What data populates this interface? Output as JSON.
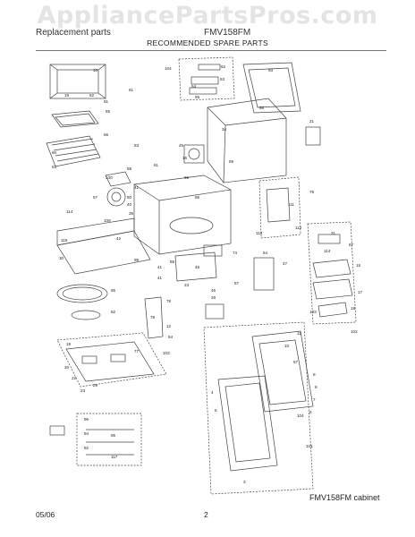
{
  "watermark": "AppliancePartsPros.com",
  "header": {
    "left_text": "Replacement parts",
    "right_text": "FMV158FM",
    "title": "RECOMMENDED SPARE PARTS"
  },
  "diagram": {
    "part_numbers": [
      "104",
      "52",
      "53",
      "54",
      "55",
      "93",
      "10",
      "12",
      "19",
      "62",
      "61",
      "91",
      "21",
      "60",
      "65",
      "66",
      "56",
      "59",
      "63",
      "45",
      "53",
      "100",
      "58",
      "69",
      "61",
      "16",
      "41",
      "54",
      "57",
      "99",
      "54",
      "50",
      "40",
      "36",
      "114",
      "109",
      "76",
      "111",
      "112",
      "113",
      "31",
      "119",
      "42",
      "74",
      "88",
      "87",
      "30",
      "65",
      "29",
      "47",
      "41",
      "48",
      "20",
      "23",
      "41",
      "45",
      "79",
      "78",
      "82",
      "15",
      "17",
      "18",
      "57",
      "103",
      "19",
      "102",
      "11",
      "10",
      "77",
      "101",
      "22",
      "29",
      "23",
      "9",
      "8",
      "7",
      "6",
      "4",
      "5",
      "104",
      "96",
      "94",
      "95",
      "3",
      "92",
      "117",
      "34",
      "86",
      "114"
    ]
  },
  "caption": "FMV158FM cabinet",
  "footer": {
    "date": "05/06",
    "page": "2"
  }
}
